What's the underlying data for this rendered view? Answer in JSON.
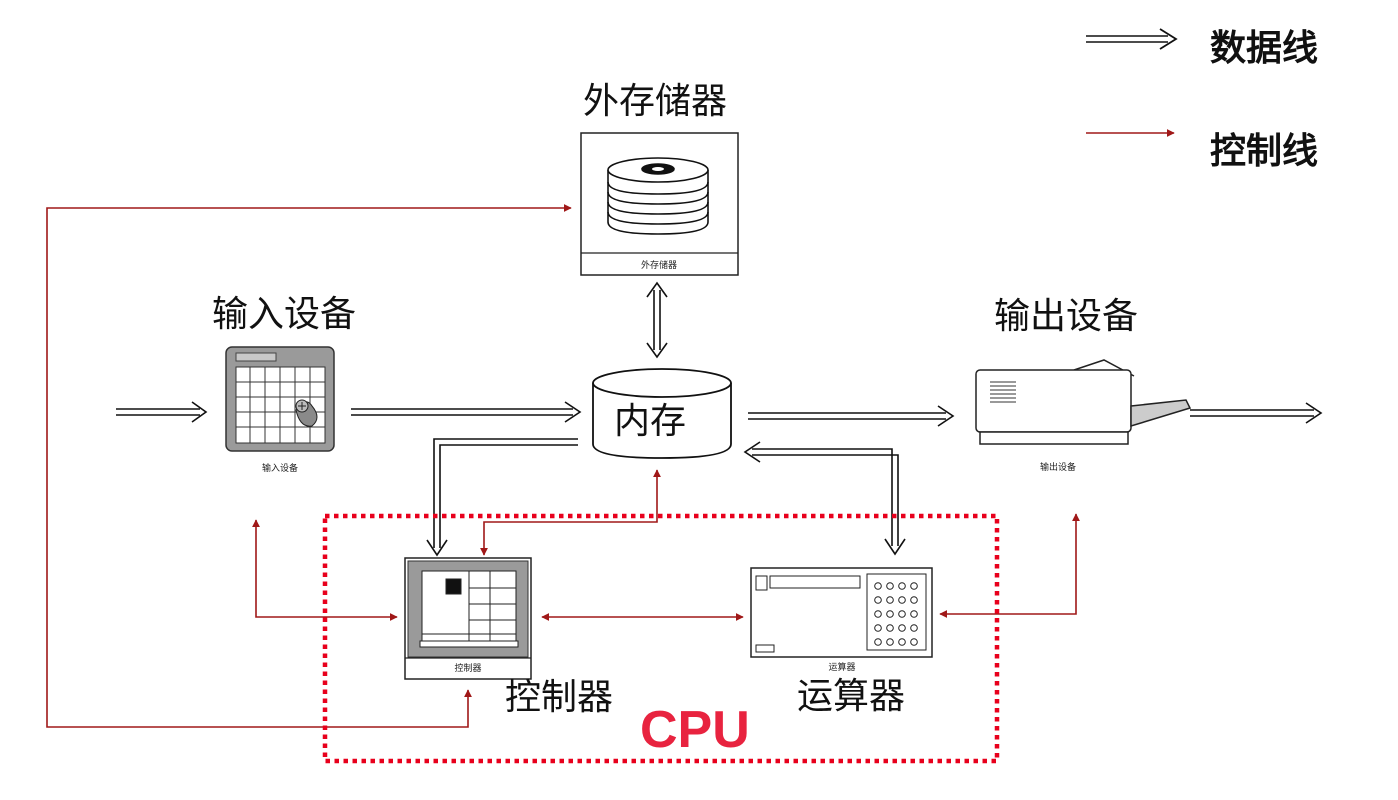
{
  "legend": {
    "data_line_label": "数据线",
    "control_line_label": "控制线"
  },
  "external_storage": {
    "title": "外存储器",
    "caption": "外存储器"
  },
  "input_device": {
    "title": "输入设备",
    "caption": "输入设备"
  },
  "output_device": {
    "title": "输出设备",
    "caption": "输出设备"
  },
  "memory": {
    "label": "内存"
  },
  "controller": {
    "title": "控制器",
    "caption": "控制器"
  },
  "alu": {
    "title": "运算器",
    "caption": "运算器"
  },
  "cpu": {
    "label": "CPU"
  },
  "colors": {
    "data_line": "#111111",
    "control_line": "#a01818",
    "cpu_border": "#e8001c",
    "cpu_label": "#e8233f"
  }
}
